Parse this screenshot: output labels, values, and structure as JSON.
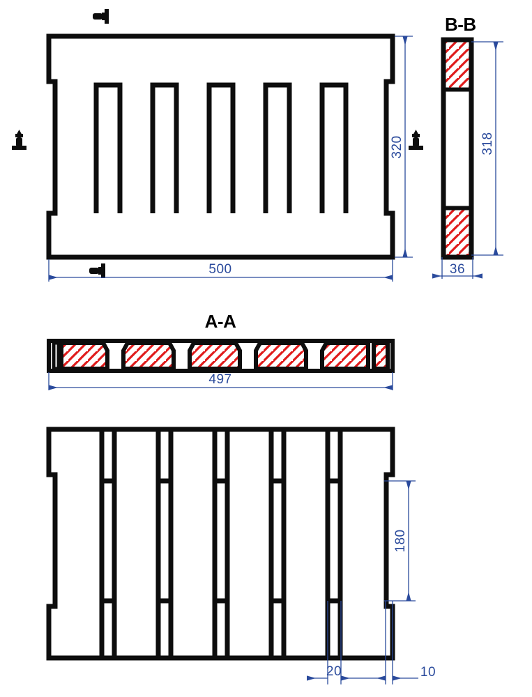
{
  "drawing": {
    "title": "Grating plate technical drawing",
    "line_color": "#0d0d0d",
    "dimension_color": "#2a4a9c",
    "hatch_color": "#e01b1b",
    "background": "#ffffff"
  },
  "views": {
    "plan": {
      "name": "Plan view (top)",
      "dimensions": {
        "width_label": "500",
        "height_label": "320"
      },
      "slot_count": 5,
      "section_markers": [
        {
          "id": "marker-top-a",
          "direction": "right"
        },
        {
          "id": "marker-left-b",
          "direction": "up"
        },
        {
          "id": "marker-right-b",
          "direction": "up"
        },
        {
          "id": "marker-bottom-a",
          "direction": "right"
        }
      ]
    },
    "section_bb": {
      "name": "Section B-B",
      "title": "B-B",
      "dimensions": {
        "height_label": "318",
        "thickness_label": "36"
      },
      "hatched_blocks": 2
    },
    "section_aa": {
      "name": "Section A-A",
      "title": "A-A",
      "dimensions": {
        "width_label": "497"
      },
      "hatched_blocks": 6
    },
    "bottom": {
      "name": "Bottom view",
      "dimensions": {
        "height_label": "180",
        "rib_label": "20",
        "edge_label": "10"
      },
      "rib_count": 5
    }
  },
  "labels": {
    "dim_500": "500",
    "dim_320": "320",
    "dim_318": "318",
    "dim_36": "36",
    "dim_497": "497",
    "dim_180": "180",
    "dim_20": "20",
    "dim_10": "10",
    "title_bb": "B-B",
    "title_aa": "A-A"
  }
}
